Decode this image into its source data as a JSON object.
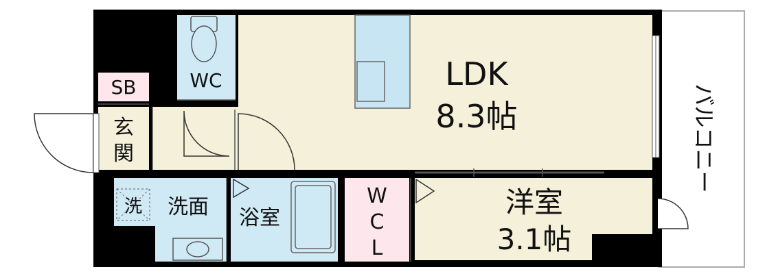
{
  "rooms": {
    "ldk": {
      "name": "LDK",
      "size": "8.3帖"
    },
    "western": {
      "name": "洋室",
      "size": "3.1帖"
    },
    "wc": {
      "name": "WC"
    },
    "sb": {
      "name": "SB"
    },
    "entrance": {
      "name_1": "玄",
      "name_2": "関"
    },
    "washroom": {
      "name": "洗面"
    },
    "washer": {
      "name": "洗"
    },
    "bathroom": {
      "name": "浴室"
    },
    "wcl": {
      "line_1": "W",
      "line_2": "C",
      "line_3": "L"
    },
    "balcony": {
      "name": "バルコニー"
    }
  },
  "colors": {
    "wall": "#000000",
    "ldk_floor": "#f5f0da",
    "wet_area": "#cfe9f5",
    "closet": "#fde6ec",
    "kitchen_counter": "#c7e5f3",
    "balcony_outline": "#aaaaaa"
  }
}
